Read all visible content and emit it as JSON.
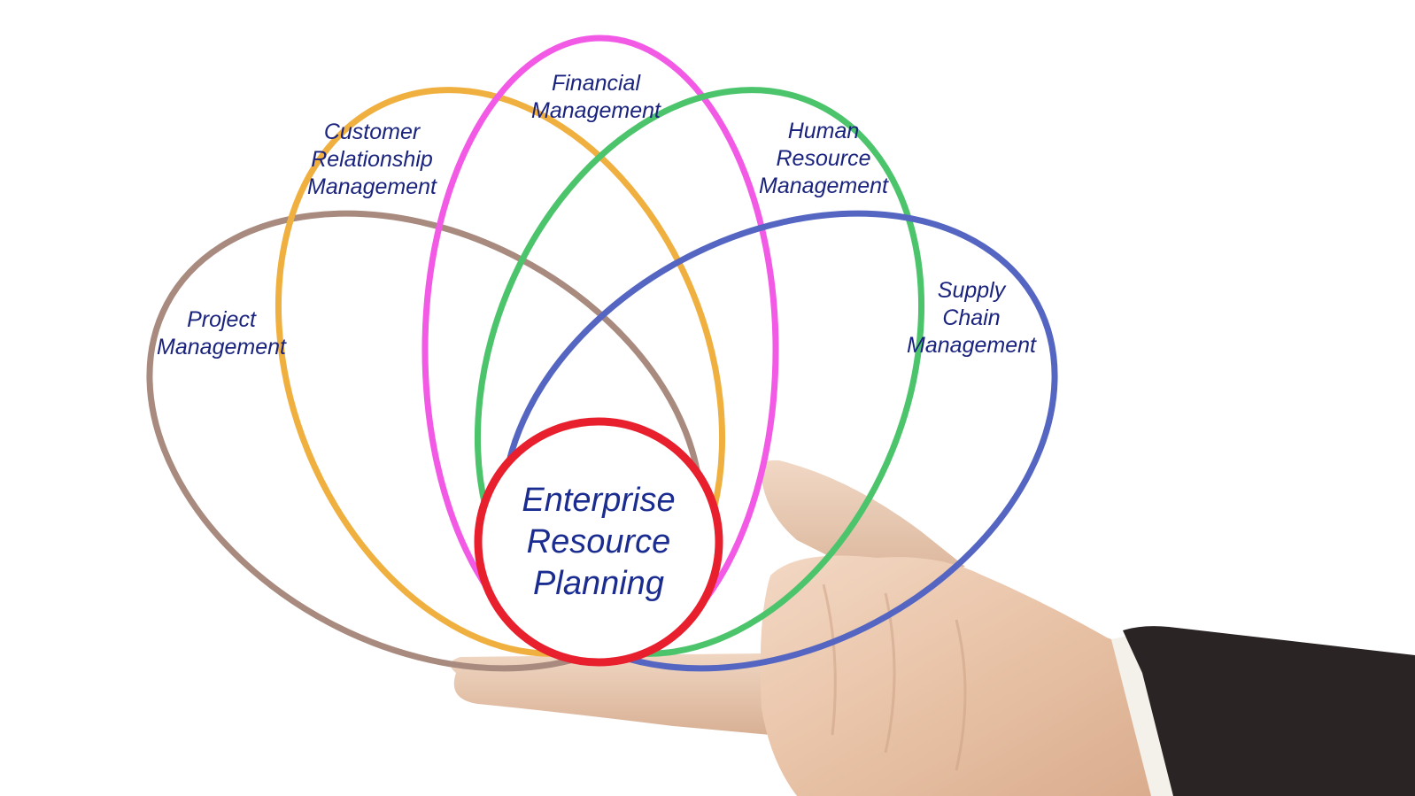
{
  "diagram": {
    "center": {
      "label": "Enterprise\nResource\nPlanning",
      "ring_color": "#e8202e"
    },
    "petals": [
      {
        "id": "project",
        "label": "Project\nManagement",
        "color": "#a88a7e"
      },
      {
        "id": "crm",
        "label": "Customer\nRelationship\nManagement",
        "color": "#f0b040"
      },
      {
        "id": "financial",
        "label": "Financial\nManagement",
        "color": "#f25ae6"
      },
      {
        "id": "hr",
        "label": "Human\nResource\nManagement",
        "color": "#4cc46c"
      },
      {
        "id": "scm",
        "label": "Supply\nChain\nManagement",
        "color": "#5566c2"
      }
    ],
    "text_color": "#1a237e"
  },
  "photo": {
    "subject": "hand in business suit sleeve holding diagram",
    "skin_color": "#e8c4a8",
    "sleeve_color": "#2a2424",
    "cuff_color": "#f4f0ea"
  }
}
